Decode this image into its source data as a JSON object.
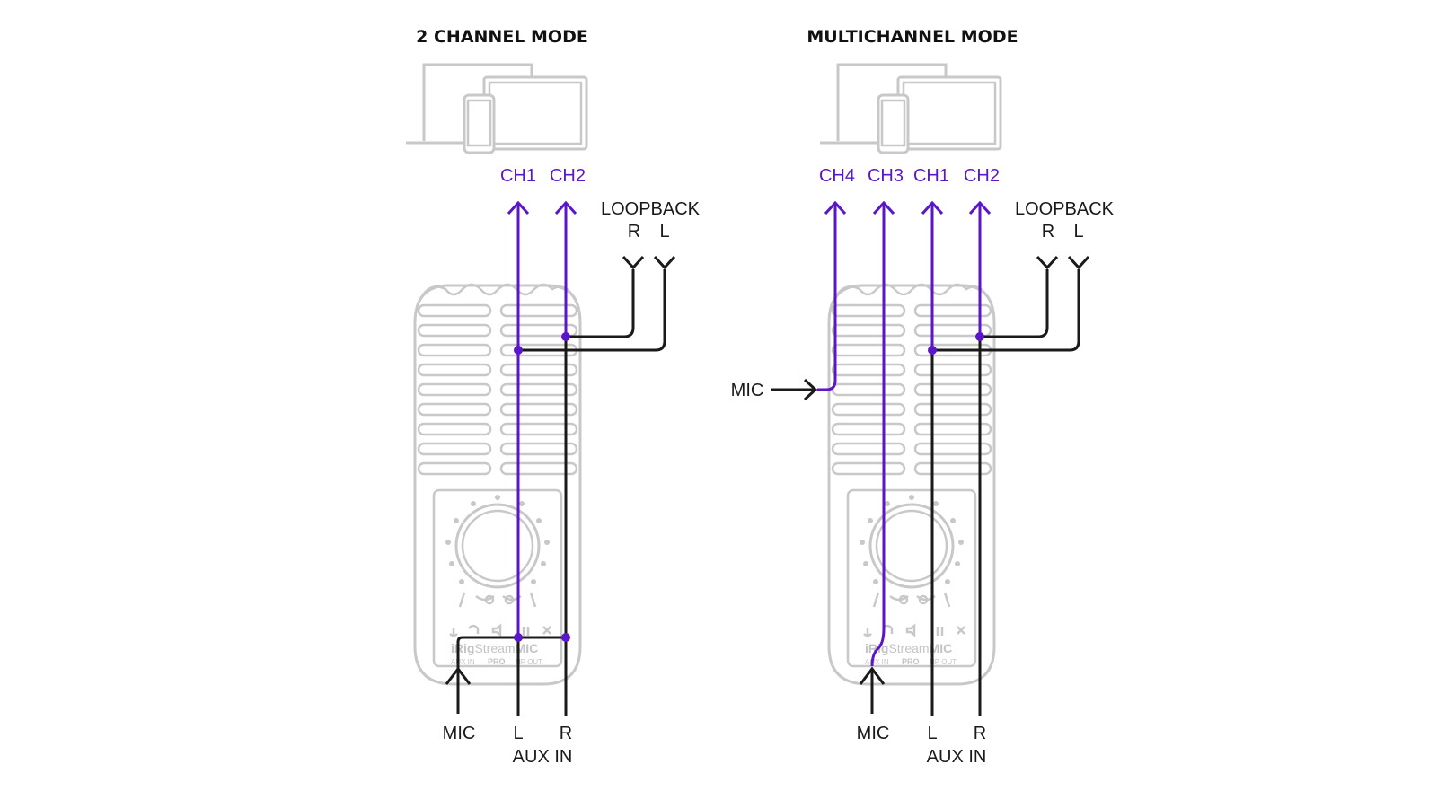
{
  "diagrams": [
    {
      "title": "2 CHANNEL MODE",
      "outputs": [
        "CH1",
        "CH2"
      ],
      "loopback": {
        "label": "LOOPBACK",
        "r": "R",
        "l": "L"
      },
      "inputs": {
        "mic": "MIC",
        "l": "L",
        "r": "R",
        "aux": "AUX IN"
      }
    },
    {
      "title": "MULTICHANNEL MODE",
      "outputs": [
        "CH4",
        "CH3",
        "CH1",
        "CH2"
      ],
      "loopback": {
        "label": "LOOPBACK",
        "r": "R",
        "l": "L"
      },
      "side_input": "MIC",
      "inputs": {
        "mic": "MIC",
        "l": "L",
        "r": "R",
        "aux": "AUX IN"
      }
    }
  ],
  "device": {
    "brand_a": "iRig",
    "brand_b": "Stream",
    "brand_c": "MIC",
    "port_left": "AUX IN",
    "port_mid": "PRO",
    "port_right": "HP OUT"
  },
  "colors": {
    "signal": "#5a16c8",
    "line": "#1a1a1a",
    "device": "#c8c8c8"
  }
}
